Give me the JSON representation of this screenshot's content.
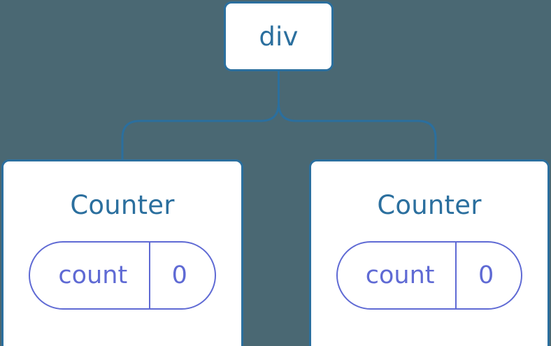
{
  "diagram": {
    "title": "react-component-tree",
    "background_color": "#4a6873",
    "node_border_color": "#2b6f9e",
    "node_text_color": "#2b6f9e",
    "state_color": "#5f6ad4",
    "connector_color": "#2b6f9e"
  },
  "root": {
    "label": "div"
  },
  "children": [
    {
      "title": "Counter",
      "state": {
        "key": "count",
        "value": "0"
      }
    },
    {
      "title": "Counter",
      "state": {
        "key": "count",
        "value": "0"
      }
    }
  ]
}
